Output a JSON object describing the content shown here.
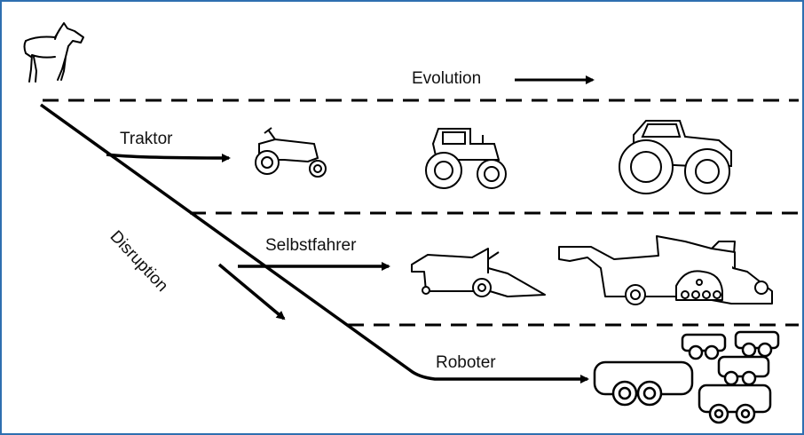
{
  "labels": {
    "evolution": "Evolution",
    "traktor": "Traktor",
    "selbstfahrer": "Selbstfahrer",
    "roboter": "Roboter",
    "disruption": "Disruption"
  },
  "icons": [
    "horse-icon",
    "old-tractor-icon",
    "tractor-icon",
    "large-tractor-icon",
    "small-combine-icon",
    "large-combine-icon",
    "robot-icon",
    "robot-swarm-icon"
  ],
  "colors": {
    "line": "#000000",
    "frame": "#2e6fb0"
  }
}
